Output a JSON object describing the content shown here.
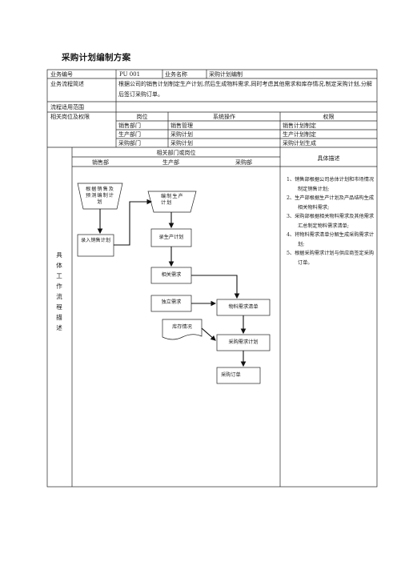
{
  "title": "采购计划编制方案",
  "info": {
    "code_label": "业务编号",
    "code_value": "PU 001",
    "name_label": "业务名称",
    "name_value": "采购计划编制",
    "summary_label": "业务流程简述",
    "summary_text": "根据公司的销售计划制定生产计划,然后生成物料需求,同时考虑其他需求和库存情况,制定采购计划,分解后签订采购订单。",
    "scope_label": "流程适用范围",
    "roles_label": "相关岗位及权限"
  },
  "roles": {
    "headers": [
      "岗位",
      "系统操作",
      "权限"
    ],
    "rows": [
      [
        "销售部门",
        "销售管理",
        "销售计划制定"
      ],
      [
        "生产部门",
        "采购计划",
        "生产计划制定"
      ],
      [
        "采购部门",
        "采购计划",
        "采购计划生成"
      ]
    ]
  },
  "workflow": {
    "side_label": "具体工作流程描述",
    "dept_header": "相关部门或岗位",
    "desc_header": "具体描述",
    "departments": [
      "销售部",
      "生产部",
      "采购部"
    ]
  },
  "flow": {
    "n1": "根据销售及预测编制计划",
    "n2": "录入销售计划",
    "n3": "编制生产计划",
    "n4": "录生产计划",
    "n5": "相关需求",
    "n6": "独立需求",
    "n7": "库存情况",
    "n8": "物料需求清单",
    "n9": "采购需求计划",
    "n10": "采购订单"
  },
  "descriptions": [
    "1、销售部根据公司总体计划和市场情况制定销售计划;",
    "2、生产部根据生产计划及产品结构生成相关物料需求;",
    "3、采购部根据相关物料需求及其他需求汇总制定物料需求清单;",
    "4、将物料需求清单分解生成采购需求计划;",
    "5、根据采购需求计划与供应商签定采购订单。"
  ]
}
